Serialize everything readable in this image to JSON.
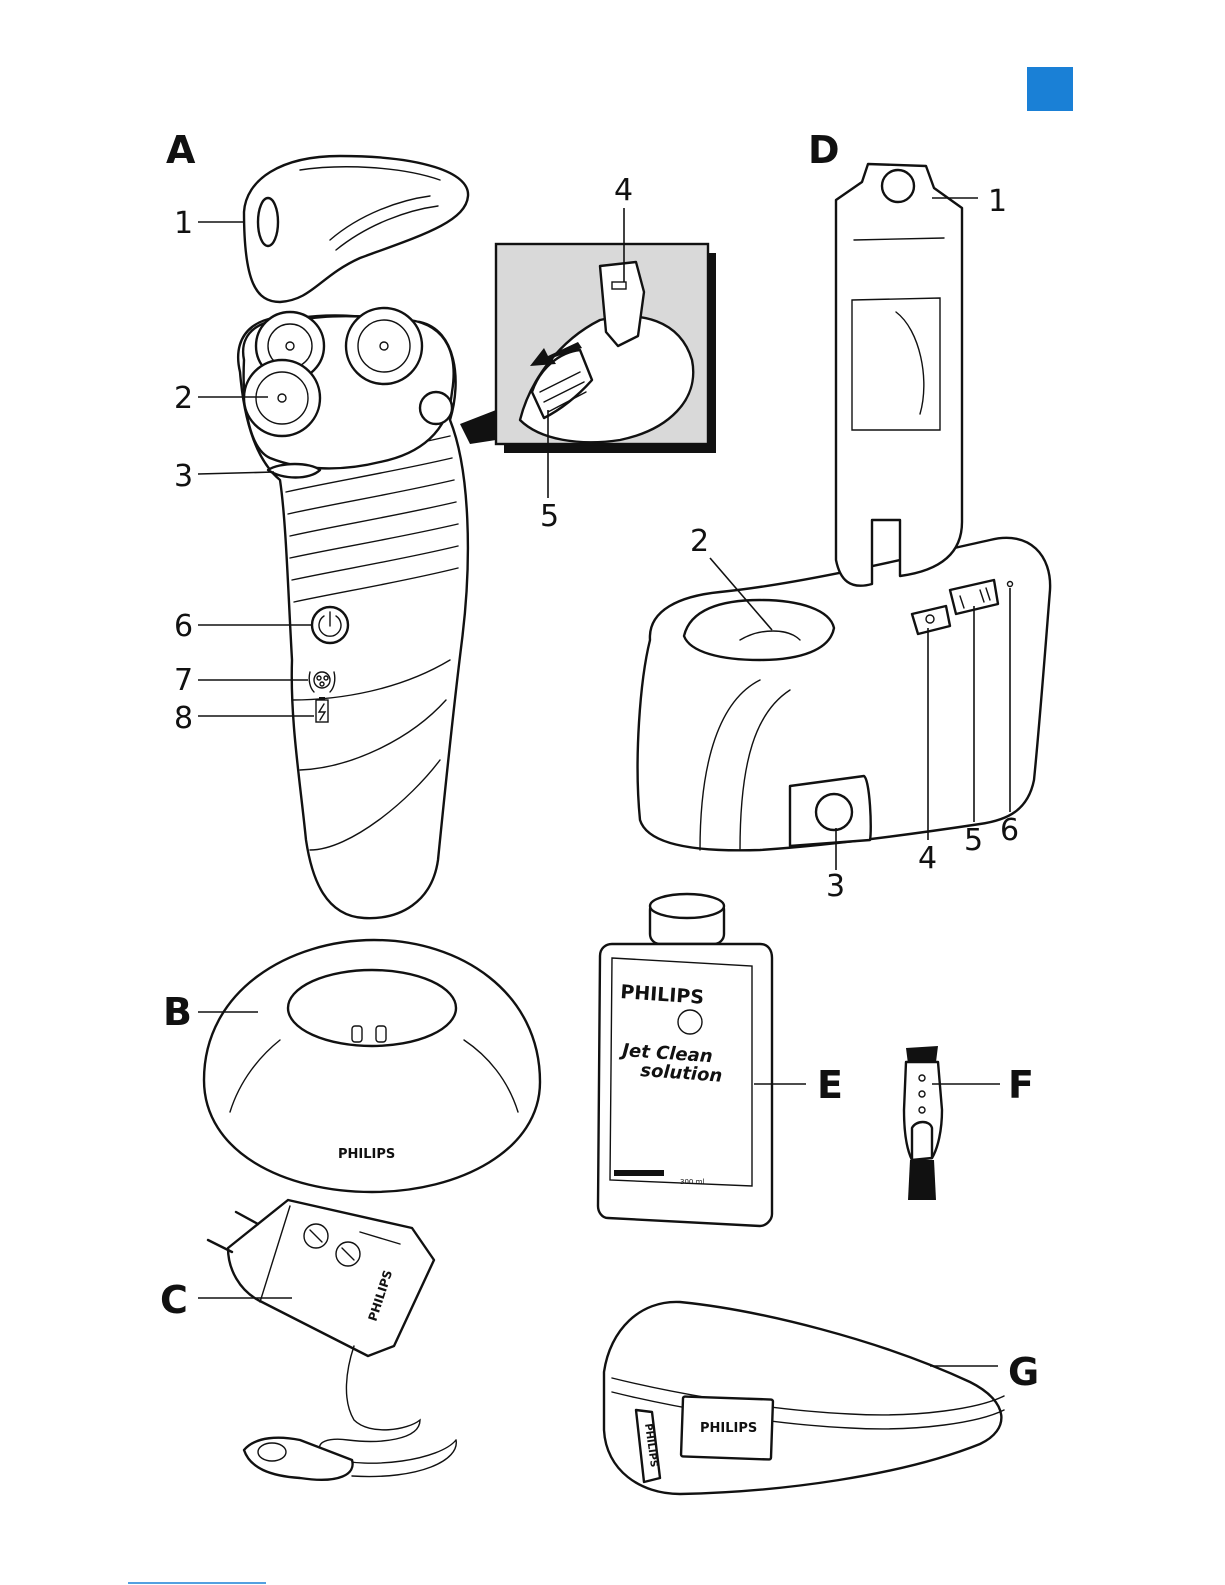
{
  "colors": {
    "accent": "#1a80d6",
    "ink": "#111111",
    "panel": "#d9d9d9"
  },
  "sections": {
    "A": "A",
    "B": "B",
    "C": "C",
    "D": "D",
    "E": "E",
    "F": "F",
    "G": "G"
  },
  "callouts_a": [
    "1",
    "2",
    "3",
    "6",
    "7",
    "8"
  ],
  "callouts_inset": [
    "4",
    "5"
  ],
  "callouts_d": [
    "1",
    "2",
    "3",
    "4",
    "5",
    "6"
  ],
  "product_text": {
    "stand_brand": "PHILIPS",
    "bottle_brand": "PHILIPS",
    "bottle_line1": "Jet Clean",
    "bottle_line2": "solution",
    "bottle_volume": "300 ml",
    "pouch_brand": "PHILIPS",
    "adapter_brand": "PHILIPS",
    "tag_brand": "PHILIPS"
  },
  "icons": {
    "power": "power-icon",
    "shaving-heads": "shaving-heads-icon",
    "battery": "battery-icon"
  }
}
